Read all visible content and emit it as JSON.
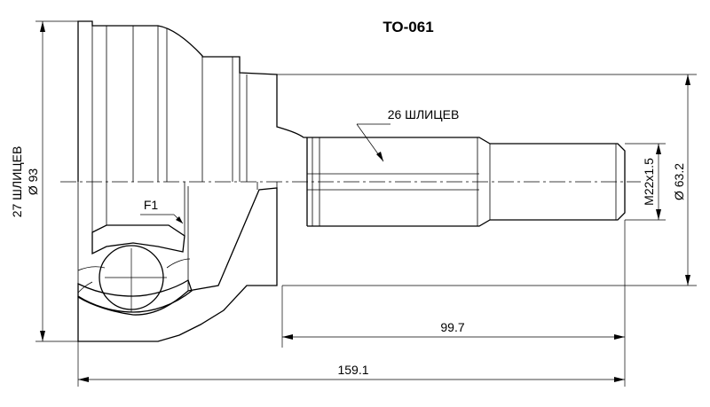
{
  "title": "TO-061",
  "labels": {
    "outer_splines": "27 ШЛИЦЕВ",
    "outer_diameter": "Ø 93",
    "shaft_splines": "26 ШЛИЦЕВ",
    "thread": "M22x1.5",
    "shaft_diameter": "Ø 63.2",
    "feature": "F1"
  },
  "dimensions": {
    "shaft_length": "99.7",
    "overall_length": "159.1"
  }
}
